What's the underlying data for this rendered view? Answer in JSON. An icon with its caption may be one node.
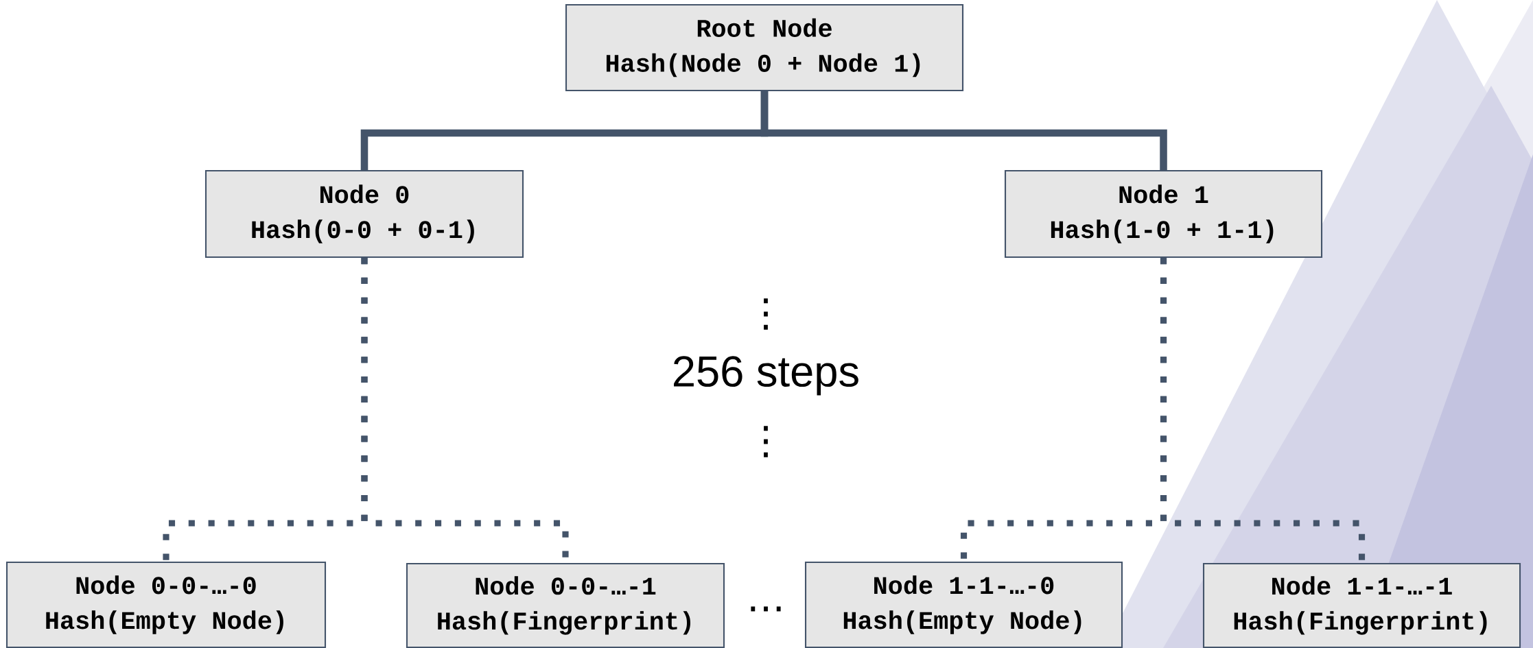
{
  "diagram": {
    "nodes": [
      {
        "text": [
          "Root Node",
          "Hash(Node 0 + Node 1)"
        ]
      },
      {
        "text": [
          "Node 0",
          "Hash(0-0 + 0-1)"
        ]
      },
      {
        "text": [
          "Node 1",
          "Hash(1-0 + 1-1)"
        ]
      },
      {
        "text": [
          "Node 0-0-…-0",
          "Hash(Empty Node)"
        ]
      },
      {
        "text": [
          "Node 0-0-…-1",
          "Hash(Fingerprint)"
        ]
      },
      {
        "text": [
          "Node 1-1-…-0",
          "Hash(Empty Node)"
        ]
      },
      {
        "text": [
          "Node 1-1-…-1",
          "Hash(Fingerprint)"
        ]
      }
    ],
    "edges": [
      {
        "from": 0,
        "to": 1,
        "arrow": "none"
      },
      {
        "from": 0,
        "to": 2,
        "arrow": "none"
      },
      {
        "from": 1,
        "to": 3,
        "arrow": "none",
        "style": "dashed"
      },
      {
        "from": 1,
        "to": 4,
        "arrow": "none",
        "style": "dashed"
      },
      {
        "from": 2,
        "to": 5,
        "arrow": "none",
        "style": "dashed"
      },
      {
        "from": 2,
        "to": 6,
        "arrow": "none",
        "style": "dashed"
      }
    ],
    "labels": [
      "⋮",
      "256 steps",
      "⋮",
      "…"
    ]
  }
}
